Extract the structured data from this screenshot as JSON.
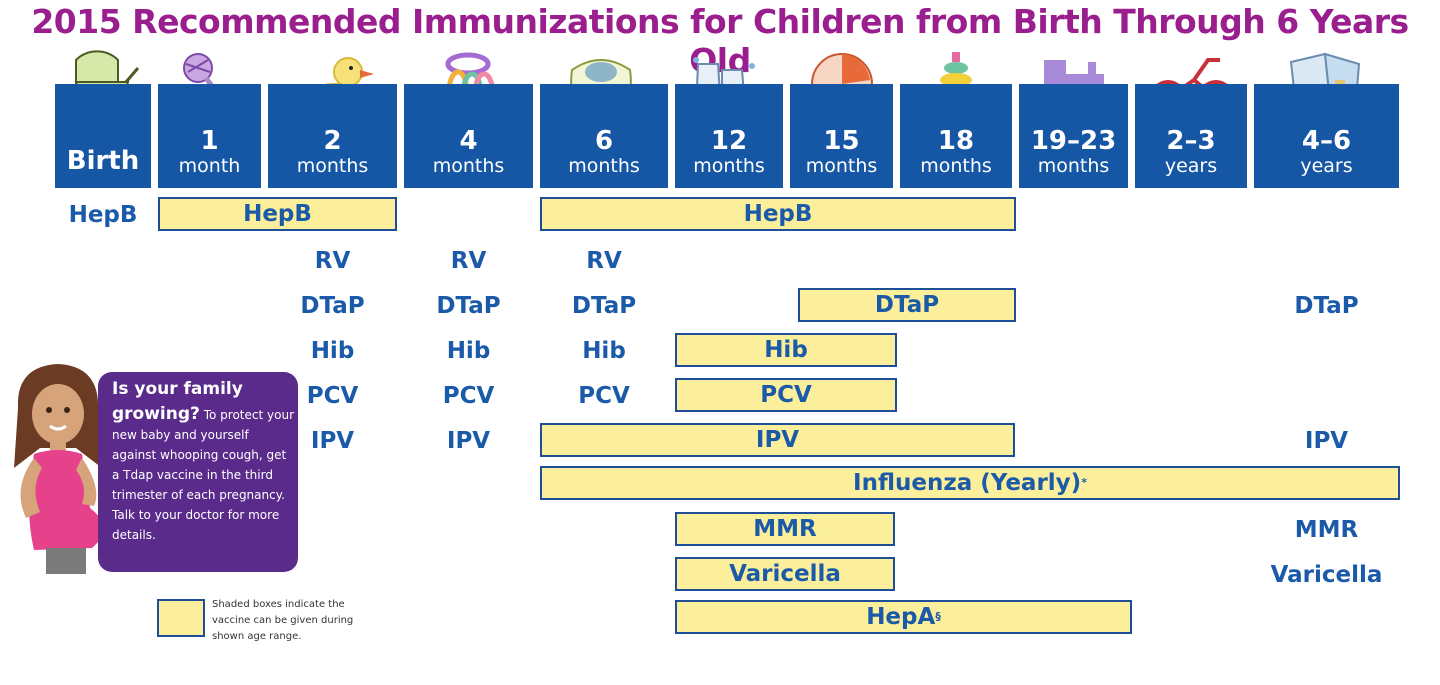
{
  "title": "2015 Recommended Immunizations for Children from Birth Through 6 Years Old",
  "ages": [
    {
      "num": "Birth",
      "unit": "",
      "icon": "baby-carriage-icon"
    },
    {
      "num": "1",
      "unit": "month",
      "icon": "rattle-icon"
    },
    {
      "num": "2",
      "unit": "months",
      "icon": "rubber-duck-icon"
    },
    {
      "num": "4",
      "unit": "months",
      "icon": "teething-rings-icon"
    },
    {
      "num": "6",
      "unit": "months",
      "icon": "bib-icon"
    },
    {
      "num": "12",
      "unit": "months",
      "icon": "baby-booties-icon"
    },
    {
      "num": "15",
      "unit": "months",
      "icon": "beach-ball-icon"
    },
    {
      "num": "18",
      "unit": "months",
      "icon": "stacking-rings-icon"
    },
    {
      "num": "19–23",
      "unit": "months",
      "icon": "toy-train-icon"
    },
    {
      "num": "2–3",
      "unit": "years",
      "icon": "tricycle-icon"
    },
    {
      "num": "4–6",
      "unit": "years",
      "icon": "book-icon"
    }
  ],
  "vaccines": {
    "hepb": "HepB",
    "rv": "RV",
    "dtap": "DTaP",
    "hib": "Hib",
    "pcv": "PCV",
    "ipv": "IPV",
    "influenza": "Influenza (Yearly)",
    "influenza_mark": "*",
    "mmr": "MMR",
    "varicella": "Varicella",
    "hepa": "HepA",
    "hepa_mark": "§"
  },
  "callout": {
    "heading": "Is your family",
    "lead": "growing?",
    "body": "To protect your new baby and yourself against whooping cough, get a Tdap vaccine in the third trimester of each pregnancy. Talk to your doctor for more details."
  },
  "legend": "Shaded boxes indicate the vaccine can be given during shown age range.",
  "colors": {
    "header_blue": "#1556a5",
    "title_purple": "#9b1e8e",
    "bar_fill": "#fcef9b",
    "vaccine_blue": "#1b5aa8",
    "callout_purple": "#5b2b8c"
  }
}
